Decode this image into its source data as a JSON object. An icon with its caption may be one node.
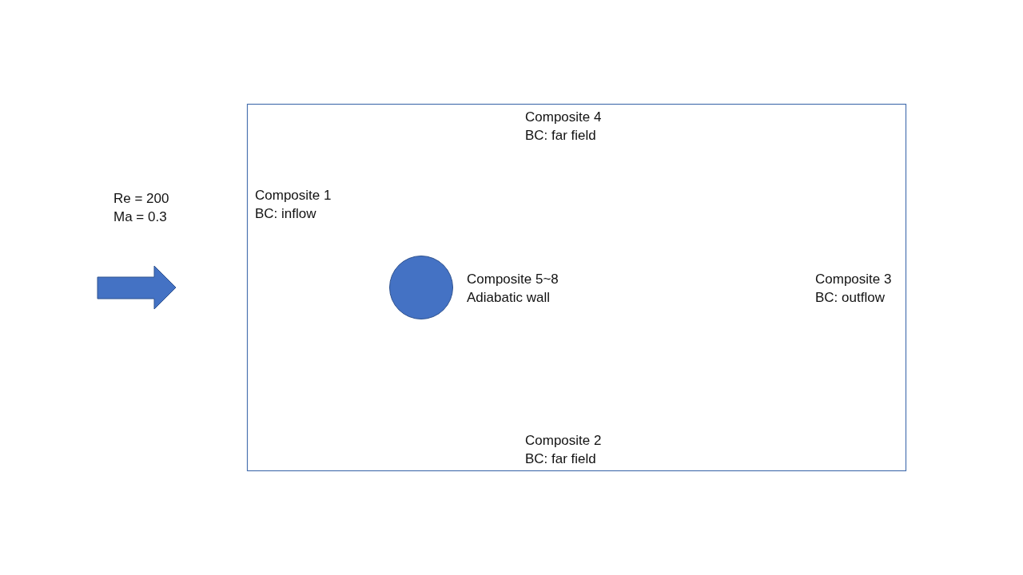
{
  "diagram": {
    "labels": [
      "Composite 4",
      "BC: far field",
      "Re = 200",
      "Ma = 0.3",
      "Composite 1",
      "BC: inflow",
      "Composite 5~8",
      "Adiabatic wall",
      "Composite 3",
      "BC: outflow",
      "Composite 2",
      "BC: far field"
    ]
  }
}
